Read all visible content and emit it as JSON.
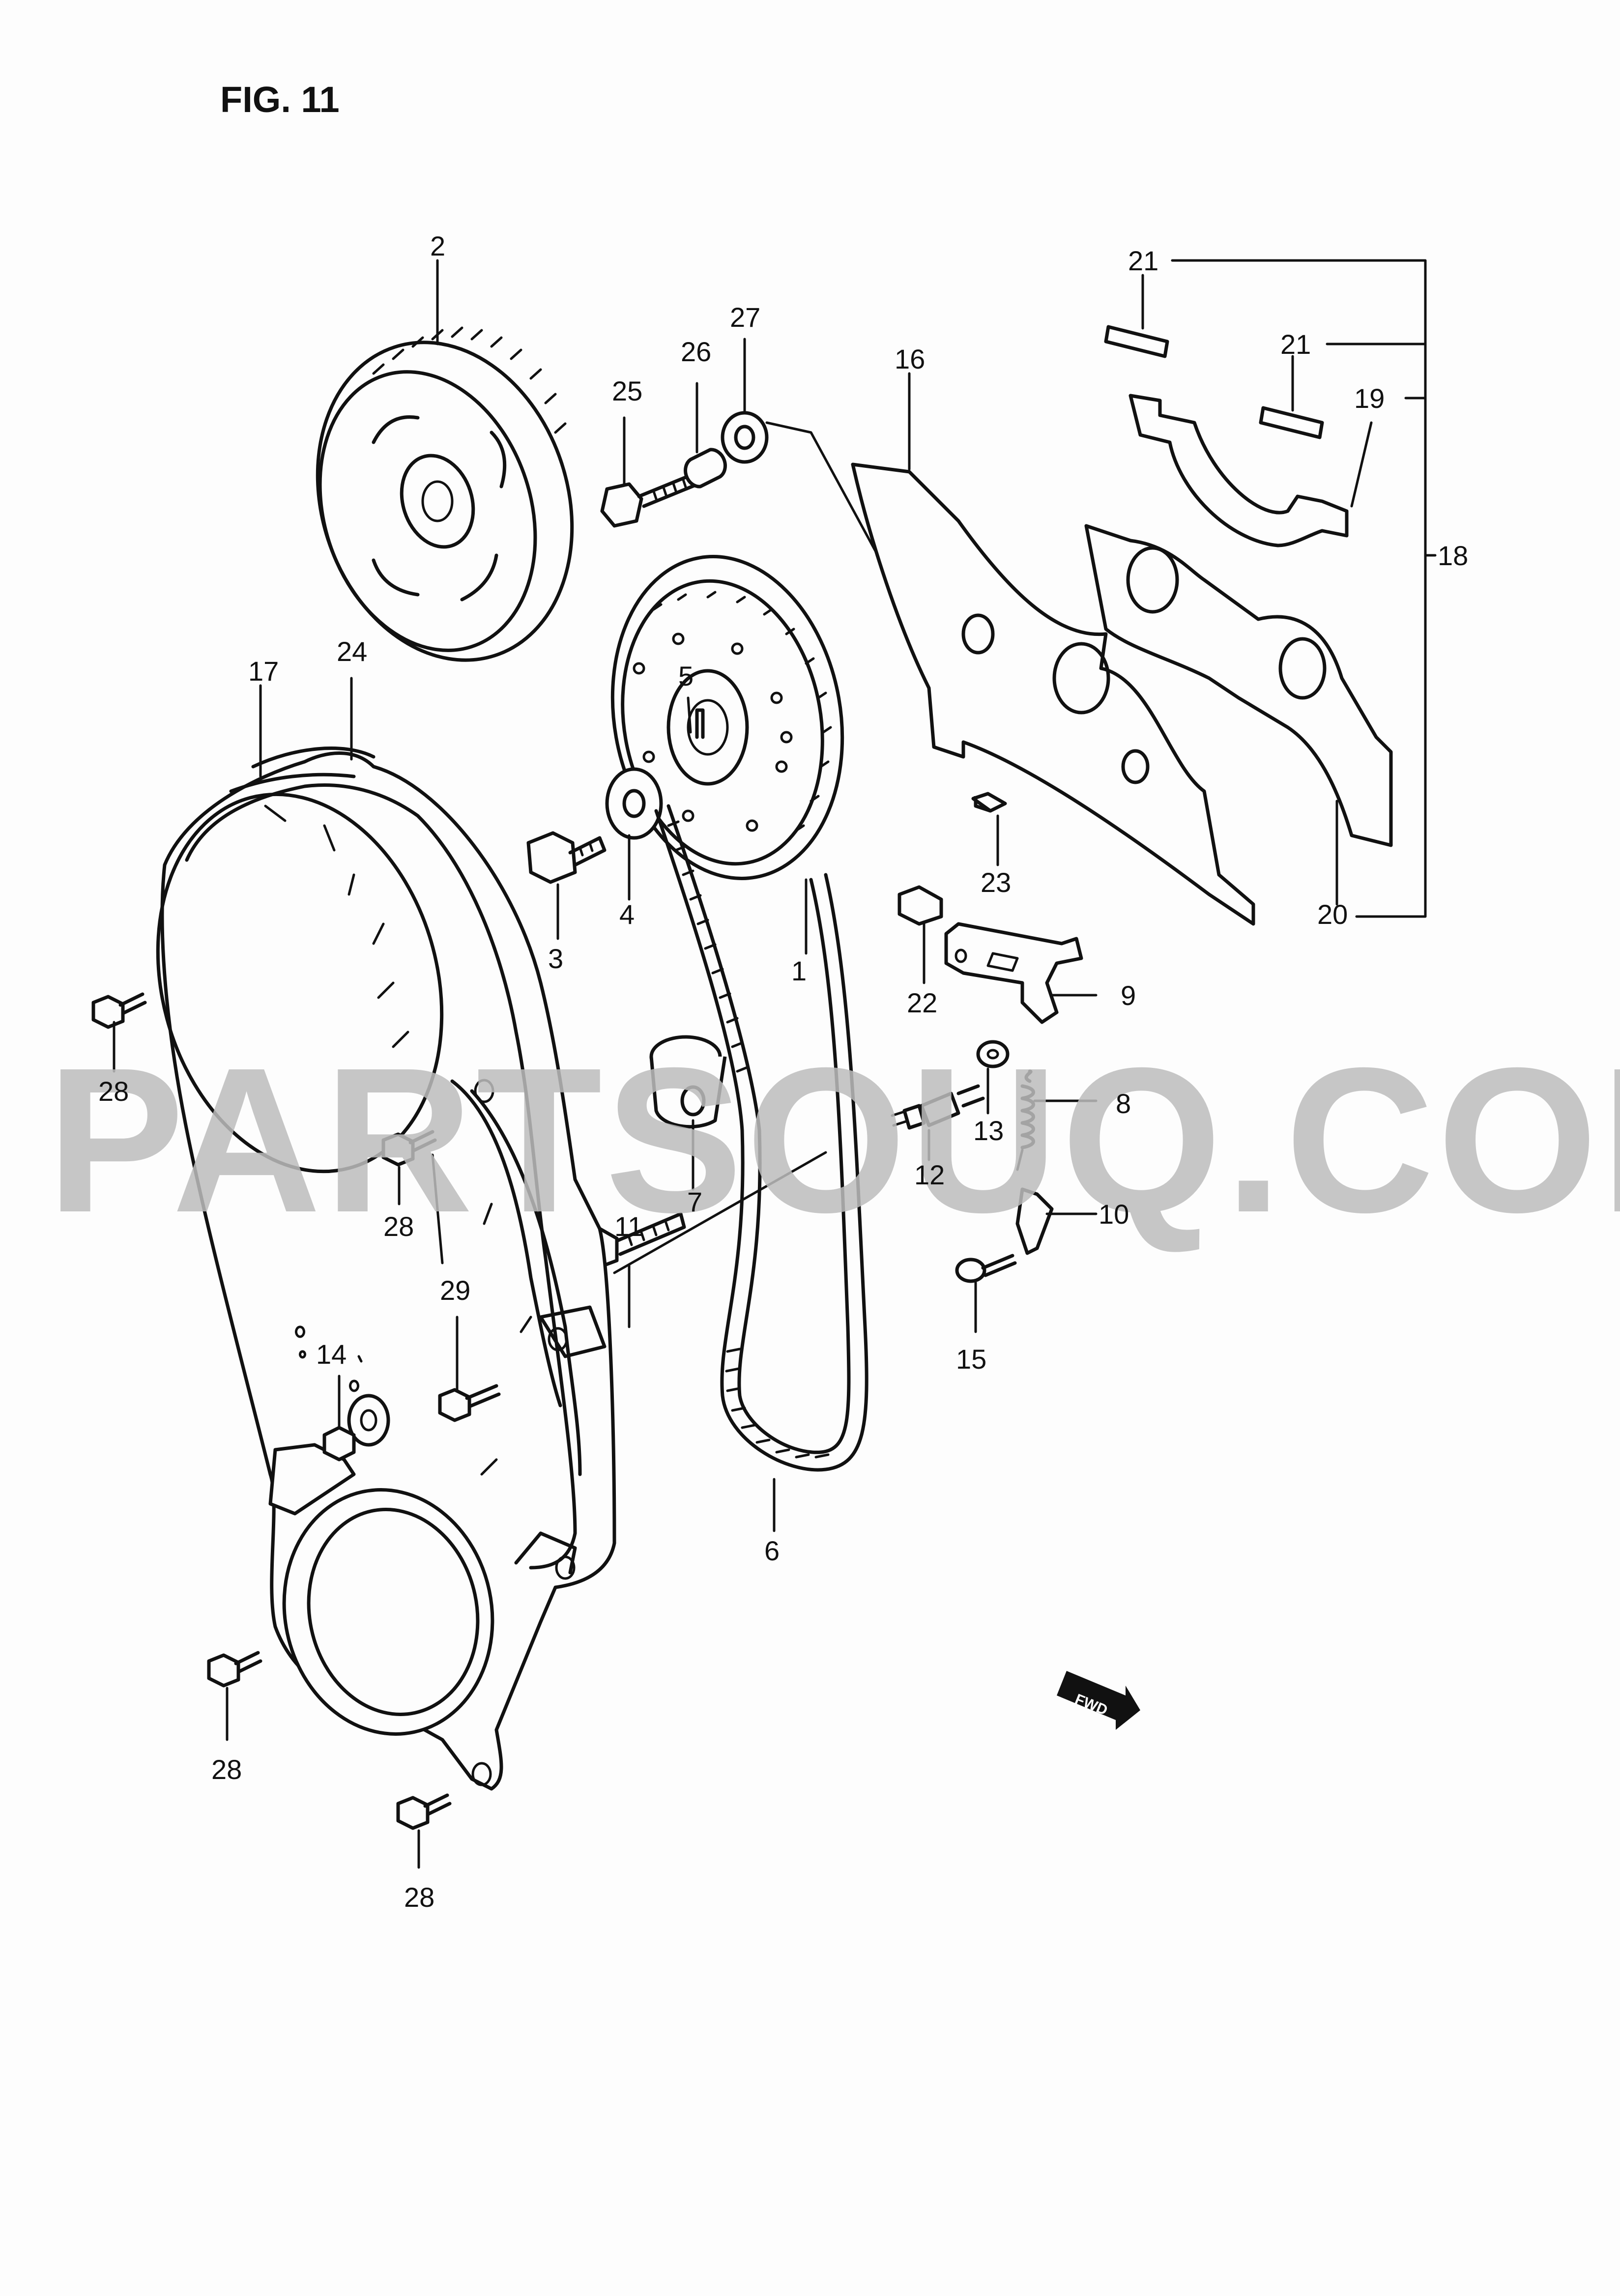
{
  "figure_title": "FIG. 11",
  "watermark": "PARTSOUQ.COM",
  "direction_badge": "FWD",
  "callouts": {
    "p1": "1",
    "p2": "2",
    "p3": "3",
    "p4": "4",
    "p5": "5",
    "p6": "6",
    "p7": "7",
    "p8": "8",
    "p9": "9",
    "p10": "10",
    "p11": "11",
    "p12": "12",
    "p13": "13",
    "p14": "14",
    "p15": "15",
    "p16": "16",
    "p17": "17",
    "p18": "18",
    "p19": "19",
    "p20": "20",
    "p21a": "21",
    "p21b": "21",
    "p22": "22",
    "p23": "23",
    "p24": "24",
    "p25": "25",
    "p26": "26",
    "p27": "27",
    "p28a": "28",
    "p28b": "28",
    "p28c": "28",
    "p28d": "28",
    "p29": "29"
  }
}
